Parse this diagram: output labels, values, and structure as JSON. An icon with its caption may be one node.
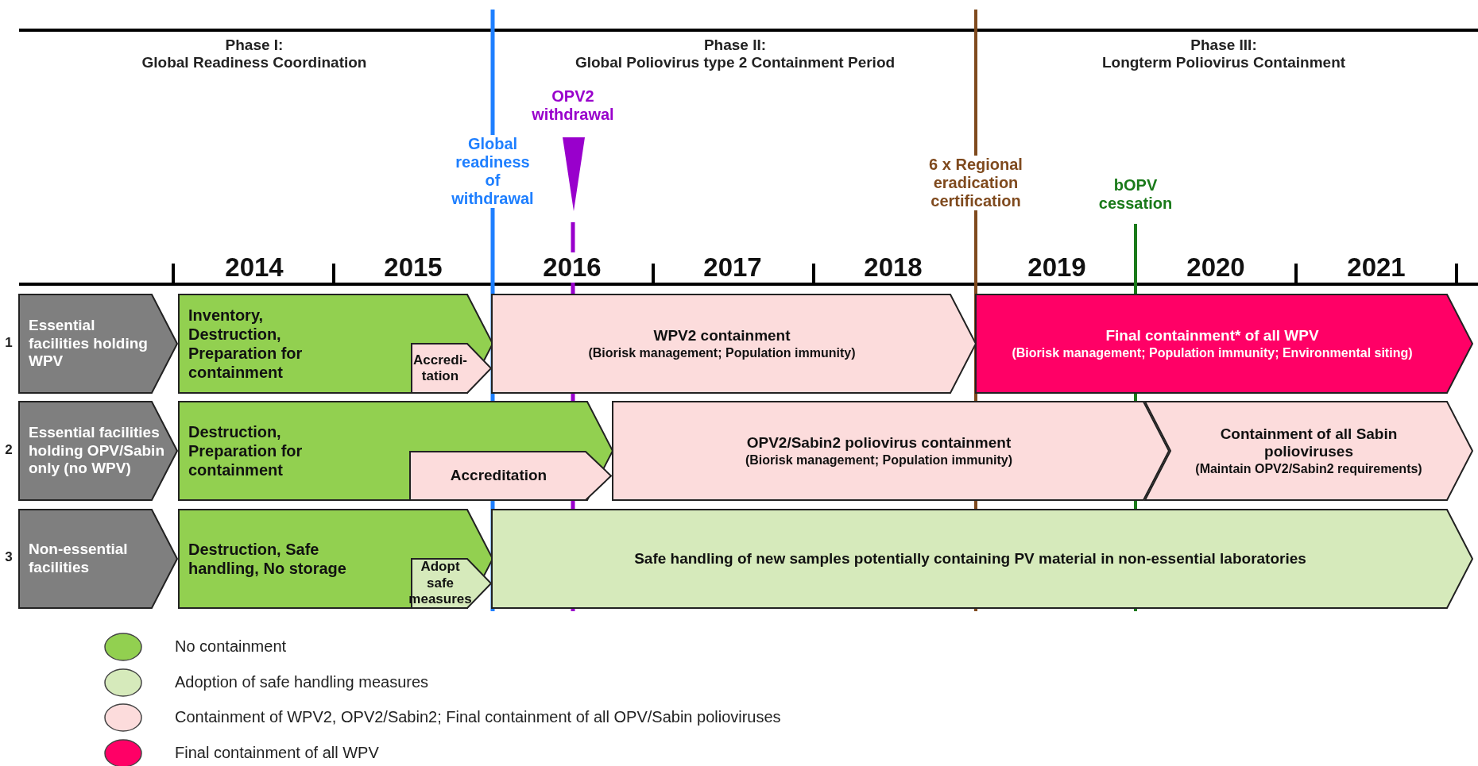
{
  "diagram": {
    "nodes": [
      {
        "text": [
          "Essential facilities holding WPV"
        ]
      },
      {
        "text": [
          "Inventory, Destruction, Preparation for containment"
        ]
      },
      {
        "text": [
          "Accredi- tation"
        ],
        "in": 1
      },
      {
        "text": [
          "WPV2 containment",
          "(Biorisk management; Population immunity)"
        ]
      },
      {
        "text": [
          "Final containment* of all WPV",
          "(Biorisk management; Population immunity; Environmental siting)"
        ]
      },
      {
        "text": [
          "Essential facilities holding OPV/Sabin only (no WPV)"
        ]
      },
      {
        "text": [
          "Destruction, Preparation for containment"
        ]
      },
      {
        "text": [
          "Accreditation"
        ],
        "in": 6
      },
      {
        "text": [
          "OPV2/Sabin2 poliovirus containment",
          "(Biorisk management; Population immunity)"
        ]
      },
      {
        "text": [
          "Containment of all Sabin polioviruses",
          "(Maintain OPV2/Sabin2 requirements)"
        ]
      },
      {
        "text": [
          "Non-essential facilities"
        ]
      },
      {
        "text": [
          "Destruction, Safe handling, No storage"
        ]
      },
      {
        "text": [
          "Adopt safe measures"
        ],
        "in": 11
      },
      {
        "text": [
          "Safe handling of new samples potentially containing PV material in non-essential laboratories"
        ]
      }
    ],
    "edges": [],
    "labels": [
      "Phase I:",
      "Global Readiness Coordination",
      "Phase II:",
      "Global Poliovirus type 2 Containment Period",
      "Phase III:",
      "Longterm Poliovirus Containment",
      "OPV2 withdrawal",
      "Global readiness of withdrawal",
      "6 x Regional eradication certification",
      "bOPV cessation",
      "2014",
      "2015",
      "2016",
      "2017",
      "2018",
      "2019",
      "2020",
      "2021",
      "1",
      "2",
      "3"
    ],
    "legend": [
      {
        "text": "No containment",
        "color": "#92d050"
      },
      {
        "text": "Adoption of safe handling measures",
        "color": "#d6eabb"
      },
      {
        "text": "Containment of WPV2, OPV2/Sabin2; Final containment of all OPV/Sabin polioviruses",
        "color": "#fcdcdc"
      },
      {
        "text": "Final containment of all WPV",
        "color": "#ff0066"
      }
    ]
  }
}
